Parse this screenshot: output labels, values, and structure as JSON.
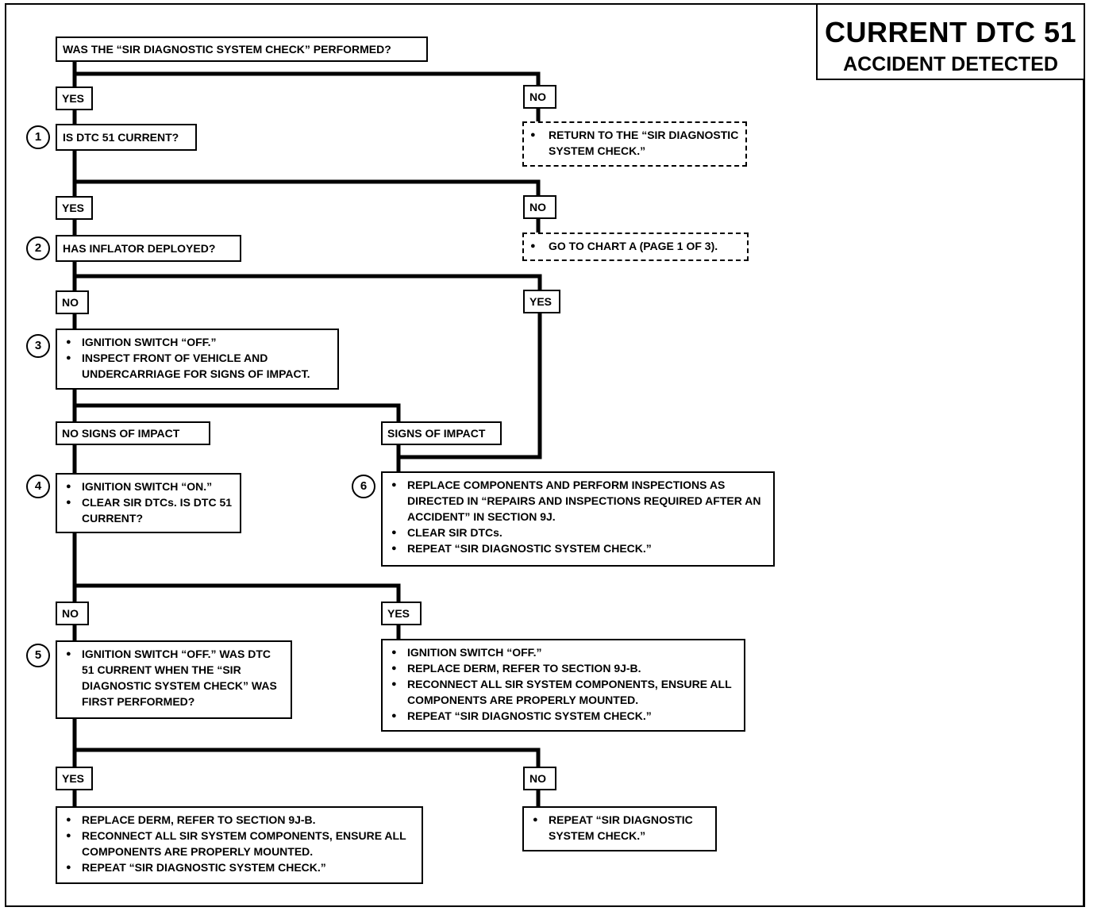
{
  "title": {
    "main": "CURRENT DTC 51",
    "sub": "ACCIDENT DETECTED"
  },
  "q0": "WAS THE “SIR DIAGNOSTIC SYSTEM CHECK” PERFORMED?",
  "labels": {
    "yes": "YES",
    "no": "NO",
    "no_signs": "NO SIGNS OF IMPACT",
    "signs": "SIGNS OF IMPACT"
  },
  "steps": {
    "s1": {
      "num": "1",
      "text": "IS DTC 51 CURRENT?"
    },
    "s2": {
      "num": "2",
      "text": "HAS INFLATOR DEPLOYED?"
    },
    "s3": {
      "num": "3",
      "lines": [
        "IGNITION SWITCH “OFF.”",
        "INSPECT FRONT OF VEHICLE AND UNDERCARRIAGE FOR SIGNS OF IMPACT."
      ]
    },
    "s4": {
      "num": "4",
      "lines": [
        "IGNITION SWITCH “ON.”",
        "CLEAR SIR DTCs. IS DTC 51 CURRENT?"
      ]
    },
    "s5": {
      "num": "5",
      "lines": [
        "IGNITION SWITCH “OFF.” WAS DTC 51 CURRENT WHEN THE “SIR DIAGNOSTIC SYSTEM CHECK” WAS FIRST PERFORMED?"
      ]
    },
    "s6": {
      "num": "6",
      "lines": [
        "REPLACE COMPONENTS AND PERFORM INSPECTIONS AS DIRECTED IN “REPAIRS AND INSPECTIONS REQUIRED AFTER AN ACCIDENT” IN SECTION 9J.",
        "CLEAR SIR DTCs.",
        "REPEAT “SIR DIAGNOSTIC SYSTEM CHECK.”"
      ]
    }
  },
  "results": {
    "return_check": "RETURN TO THE “SIR DIAGNOSTIC SYSTEM CHECK.”",
    "chart_a": "GO TO CHART A (PAGE 1 OF 3).",
    "yes4": [
      "IGNITION SWITCH “OFF.”",
      "REPLACE DERM, REFER TO SECTION 9J-B.",
      "RECONNECT ALL SIR SYSTEM COMPONENTS, ENSURE ALL COMPONENTS ARE PROPERLY MOUNTED.",
      "REPEAT “SIR DIAGNOSTIC SYSTEM CHECK.”"
    ],
    "yes5": [
      "REPLACE DERM, REFER TO SECTION 9J-B.",
      "RECONNECT ALL SIR SYSTEM COMPONENTS, ENSURE ALL COMPONENTS ARE PROPERLY MOUNTED.",
      "REPEAT “SIR DIAGNOSTIC SYSTEM CHECK.”"
    ],
    "no5": "REPEAT “SIR DIAGNOSTIC SYSTEM CHECK.”"
  }
}
